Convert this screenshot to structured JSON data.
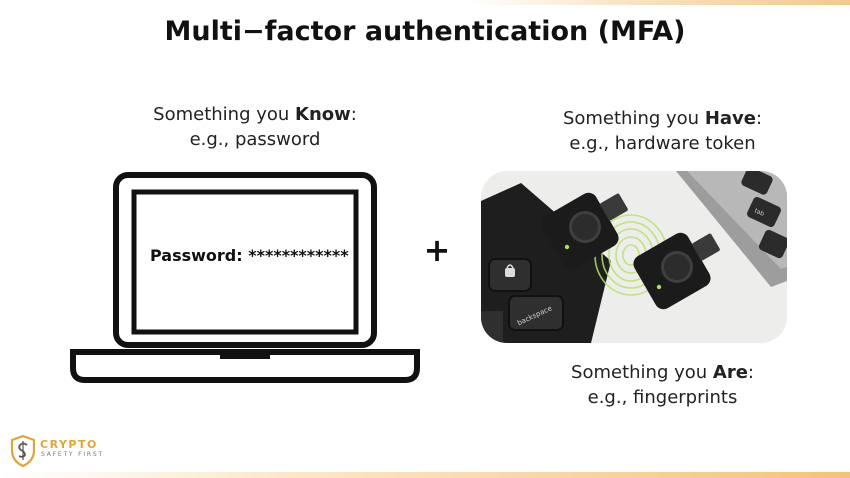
{
  "title": "Multi−factor authentication (MFA)",
  "factors": {
    "know": {
      "prefix": "Something you ",
      "keyword": "Know",
      "suffix": ":",
      "example": "e.g., password"
    },
    "have": {
      "prefix": "Something you ",
      "keyword": "Have",
      "suffix": ":",
      "example": "e.g., hardware token"
    },
    "are": {
      "prefix": "Something you ",
      "keyword": "Are",
      "suffix": ":",
      "example": "e.g., fingerprints"
    }
  },
  "laptop_screen": {
    "text": "Password: ************"
  },
  "connector": "+",
  "photo": {
    "keys": {
      "backspace": "backspace",
      "tab": "tab"
    }
  },
  "logo": {
    "name": "CRYPTO",
    "tagline": "SAFETY FIRST"
  },
  "colors": {
    "accent": "#f3b866",
    "logo": "#e0a43a",
    "fingerprint": "#b7e36a"
  }
}
